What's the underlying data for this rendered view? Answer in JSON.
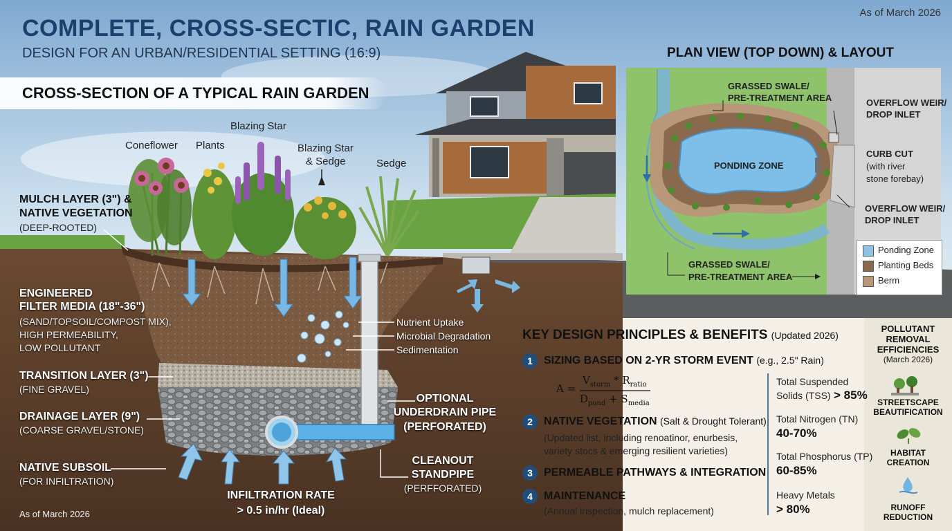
{
  "header": {
    "title": "COMPLETE, CROSS-SECTIC, RAIN GARDEN",
    "subtitle": "DESIGN FOR AN URBAN/RESIDENTIAL SETTING (16:9)",
    "as_of_top": "As of March 2026",
    "section_title": "CROSS-SECTION OF A TYPICAL RAIN GARDEN"
  },
  "plants": {
    "coneflower": "Coneflower",
    "plants": "Plants",
    "blazing_star": "Blazing Star",
    "blazing_sedge_1": "Blazing Star",
    "blazing_sedge_2": "& Sedge",
    "sedge": "Sedge"
  },
  "layers": {
    "mulch_1": "MULCH LAYER (3\") &",
    "mulch_2": "NATIVE VEGETATION",
    "mulch_sub": "(DEEP-ROOTED)",
    "filter_1": "ENGINEERED",
    "filter_2": "FILTER MEDIA (18\"-36\")",
    "filter_sub_1": "(SAND/TOPSOIL/COMPOST MIX),",
    "filter_sub_2": "HIGH PERMEABILITY,",
    "filter_sub_3": "LOW POLLUTANT",
    "transition": "TRANSITION LAYER (3\")",
    "transition_sub": "(FINE GRAVEL)",
    "drainage": "DRAINAGE LAYER (9\")",
    "drainage_sub": "(COARSE GRAVEL/STONE)",
    "subsoil": "NATIVE SUBSOIL",
    "subsoil_sub": "(FOR INFILTRATION)",
    "infiltration_1": "INFILTRATION RATE",
    "infiltration_2": "> 0.5 in/hr (Ideal)",
    "underdrain_1": "OPTIONAL",
    "underdrain_2": "UNDERDRAIN PIPE",
    "underdrain_3": "(PERFORATED)",
    "cleanout_1": "CLEANOUT",
    "cleanout_2": "STANDPIPE",
    "cleanout_3": "(PERFFORATED)",
    "process_1": "Nutrient Uptake",
    "process_2": "Microbial Degradation",
    "process_3": "Sedimentation",
    "as_of_bottom": "As of March 2026"
  },
  "plan_view": {
    "title": "PLAN VIEW (TOP DOWN) & LAYOUT",
    "swale_top_1": "GRASSED SWALE/",
    "swale_top_2": "PRE-TREATMENT AREA",
    "ponding": "PONDING ZONE",
    "overflow_top_1": "OVERFLOW WEIR/",
    "overflow_top_2": "DROP INLET",
    "curb_1": "CURB CUT",
    "curb_2": "(with river",
    "curb_3": "stone forebay)",
    "overflow_bot_1": "OVERFLOW WEIR/",
    "overflow_bot_2": "DROP INLET",
    "swale_bot_1": "GRASSED SWALE/",
    "swale_bot_2": "PRE-TREATMENT AREA",
    "legend": [
      {
        "label": "Ponding Zone",
        "color": "#8fc3e6"
      },
      {
        "label": "Planting Beds",
        "color": "#8a6a4e"
      },
      {
        "label": "Berm",
        "color": "#b89878"
      }
    ]
  },
  "key_design": {
    "title": "KEY DESIGN PRINCIPLES & BENEFITS",
    "title_note": "(Updated 2026)",
    "points": [
      {
        "num": "1",
        "head": "SIZING BASED ON 2-YR STORM EVENT",
        "note": "(e.g., 2.5\" Rain)"
      },
      {
        "num": "2",
        "head": "NATIVE VEGETATION",
        "note": "(Salt & Drought Tolerant)",
        "desc_1": "(Updated list, including renoatinor, enurbesis,",
        "desc_2": "variety stocs & emerging resilient varieties)"
      },
      {
        "num": "3",
        "head": "PERMEABLE PATHWAYS & INTEGRATION",
        "note": ""
      },
      {
        "num": "4",
        "head": "MAINTENANCE",
        "note": "",
        "desc_1": "(Annual inspection, mulch replacement)"
      }
    ],
    "formula": {
      "lhs": "A =",
      "num": "V",
      "num_sub": "storm",
      "num_mid": " * R",
      "num_sub2": "ratio",
      "den": "D",
      "den_sub": "pond",
      "den_mid": " + S",
      "den_sub2": "media"
    },
    "efficiencies": [
      {
        "label_1": "Total Suspended",
        "label_2": "Solids (TSS)",
        "value": "> 85%"
      },
      {
        "label_1": "Total Nitrogen (TN)",
        "label_2": "",
        "value": "40-70%"
      },
      {
        "label_1": "Total Phosphorus (TP)",
        "label_2": "",
        "value": "60-85%"
      },
      {
        "label_1": "Heavy Metals",
        "label_2": "",
        "value": "> 80%"
      }
    ]
  },
  "side_panel": {
    "title_1": "POLLUTANT",
    "title_2": "REMOVAL",
    "title_3": "EFFICIENCIES",
    "title_date": "(March 2026)",
    "items": [
      {
        "l1": "STREETSCAPE",
        "l2": "BEAUTIFICATION",
        "icon": "tree-icon"
      },
      {
        "l1": "HABITAT",
        "l2": "CREATION",
        "icon": "leaf-icon"
      },
      {
        "l1": "RUNOFF",
        "l2": "REDUCTION",
        "icon": "water-drop-icon"
      }
    ]
  },
  "colors": {
    "title_blue": "#1c3f6e",
    "soil": "#5a3d28",
    "accent_blue": "#1f4e7a"
  }
}
